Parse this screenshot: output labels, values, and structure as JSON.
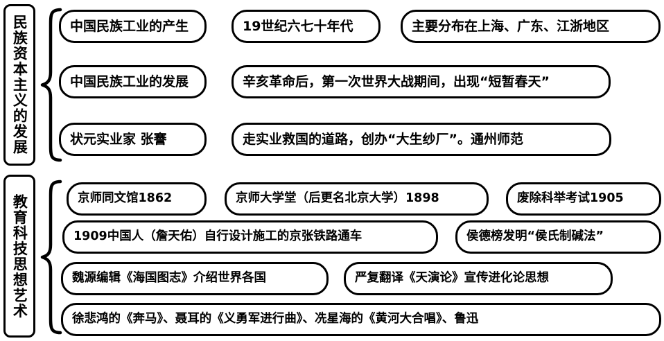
{
  "diagram": {
    "title_sections": [
      {
        "id": "section-national-capitalism",
        "label": "民族资本主义的发展",
        "rows": [
          {
            "topic": "中国民族工业的产生",
            "details": [
              "19世纪六七十年代",
              "主要分布在上海、广东、江浙地区"
            ]
          },
          {
            "topic": "中国民族工业的发展",
            "details": [
              "辛亥革命后，第一次世界大战期间，出现“短暂春天”"
            ]
          },
          {
            "topic": "状元实业家 张謇",
            "details": [
              "走实业救国的道路，创办“大生纱厂”。通州师范"
            ]
          }
        ]
      },
      {
        "id": "section-education-science-art",
        "label": "教育科技思想艺术",
        "rows": [
          {
            "items": [
              "京师同文馆1862",
              "京师大学堂（后更名北京大学）1898",
              "废除科举考试1905"
            ]
          },
          {
            "items": [
              "1909中国人（詹天佑）自行设计施工的京张铁路通车",
              "侯德榜发明“侯氏制碱法”"
            ]
          },
          {
            "items": [
              "魏源编辑《海国图志》介绍世界各国",
              "严复翻译《天演论》宣传进化论思想"
            ]
          },
          {
            "items": [
              "徐悲鸿的《奔马》、聂耳的《义勇军进行曲》、冼星海的《黄河大合唱》、鲁迅"
            ]
          }
        ]
      }
    ]
  },
  "colors": {
    "stroke": "#000000",
    "background": "#ffffff",
    "text": "#000000"
  }
}
